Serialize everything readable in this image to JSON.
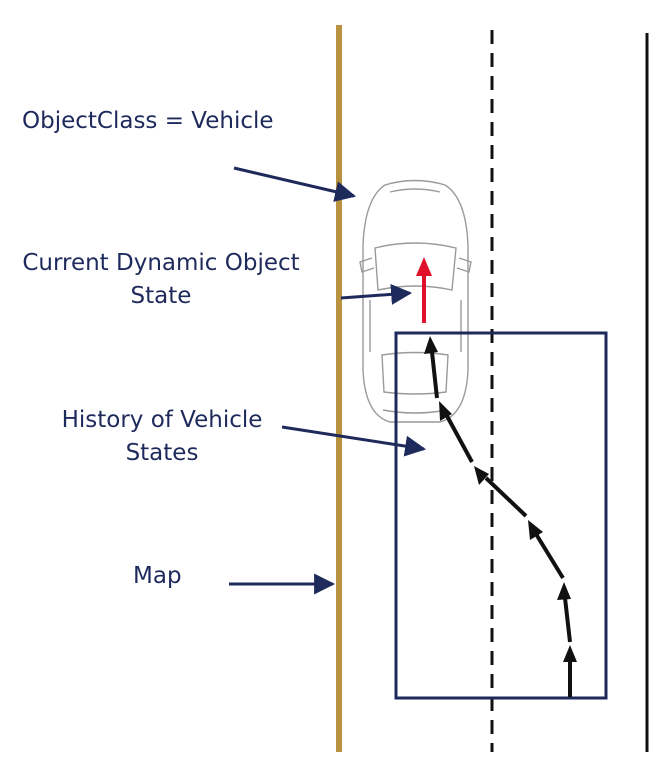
{
  "labels": {
    "object_class": "ObjectClass = Vehicle",
    "current_state_line1": "Current Dynamic Object",
    "current_state_line2": "State",
    "history_line1": "History of Vehicle",
    "history_line2": "States",
    "map": "Map"
  },
  "icons": {
    "car": "car-top-view-icon",
    "heading_arrow": "red-arrow-icon",
    "history_arrows": "black-arrow-icon"
  },
  "colors": {
    "label_text": "#1f2a5c",
    "pointer_arrow": "#1f2a5c",
    "road_edge_left": "#b8923e",
    "road_edge_right": "#111111",
    "lane_divider": "#111111",
    "history_box": "#1f2a5c",
    "current_state_arrow": "#e0102a",
    "history_arrow": "#111111",
    "car_outline": "#9a9a9a"
  },
  "history_points_count": 6
}
